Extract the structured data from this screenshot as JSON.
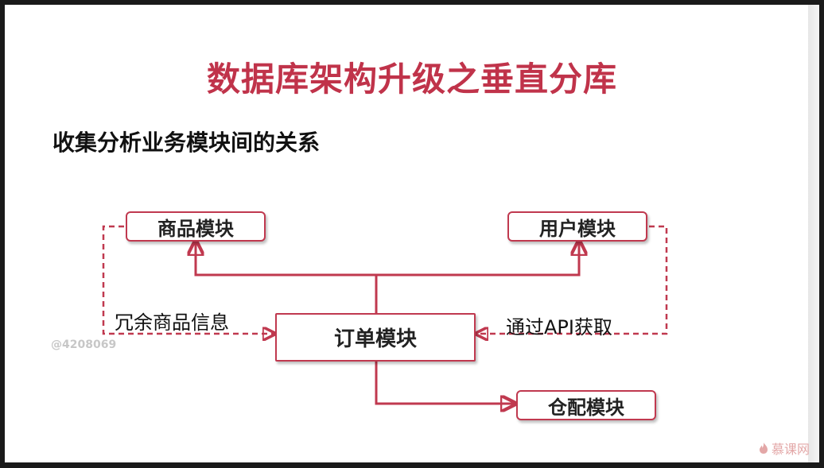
{
  "slide": {
    "title": "数据库架构升级之垂直分库",
    "subtitle": "收集分析业务模块间的关系"
  },
  "diagram": {
    "nodes": {
      "product": "商品模块",
      "user": "用户模块",
      "order": "订单模块",
      "warehouse": "仓配模块"
    },
    "edges": {
      "product_redundant": "冗余商品信息",
      "user_api": "通过API获取"
    }
  },
  "watermark": "@4208069",
  "logo": {
    "text": "慕课网"
  },
  "colors": {
    "accent": "#c0394f",
    "title": "#c0334a"
  }
}
